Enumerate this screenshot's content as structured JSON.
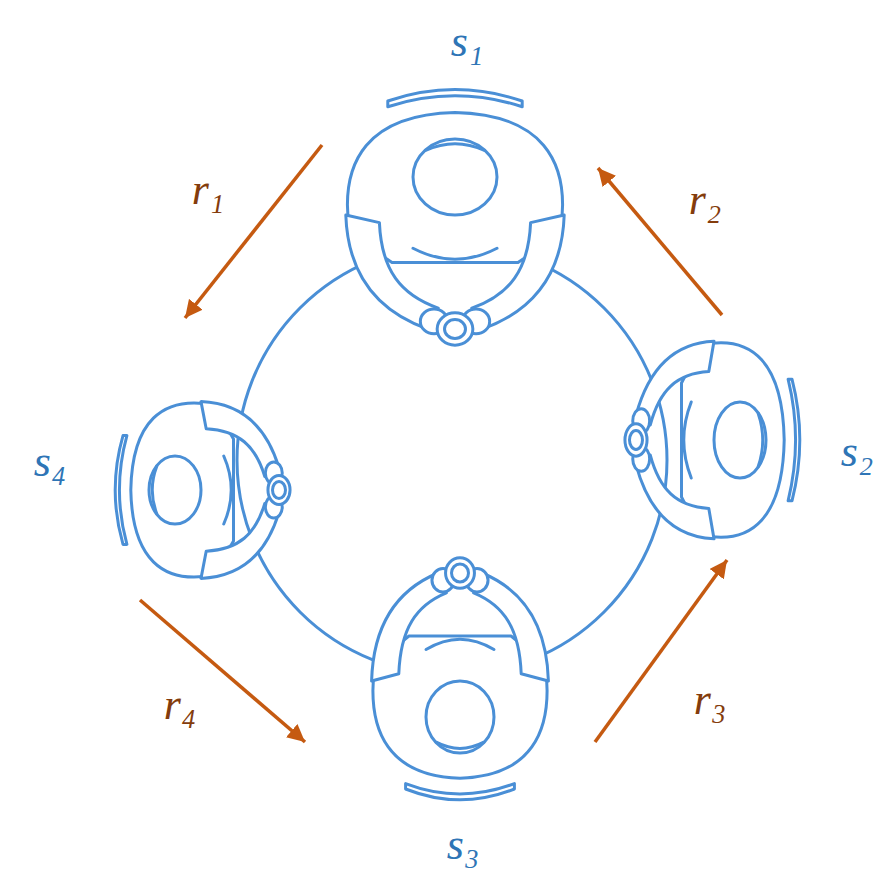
{
  "diagram": {
    "nodes": [
      {
        "text": [
          "s₁"
        ]
      },
      {
        "text": [
          "s₂"
        ]
      },
      {
        "text": [
          "s₃"
        ]
      },
      {
        "text": [
          "s₄"
        ]
      }
    ],
    "edges": [
      {
        "from": 0,
        "to": 3,
        "label": "r₁",
        "arrow": "to"
      },
      {
        "from": 1,
        "to": 0,
        "label": "r₂",
        "arrow": "to"
      },
      {
        "from": 2,
        "to": 1,
        "label": "r₃",
        "arrow": "to"
      },
      {
        "from": 3,
        "to": 2,
        "label": "r₄",
        "arrow": "to"
      }
    ]
  }
}
